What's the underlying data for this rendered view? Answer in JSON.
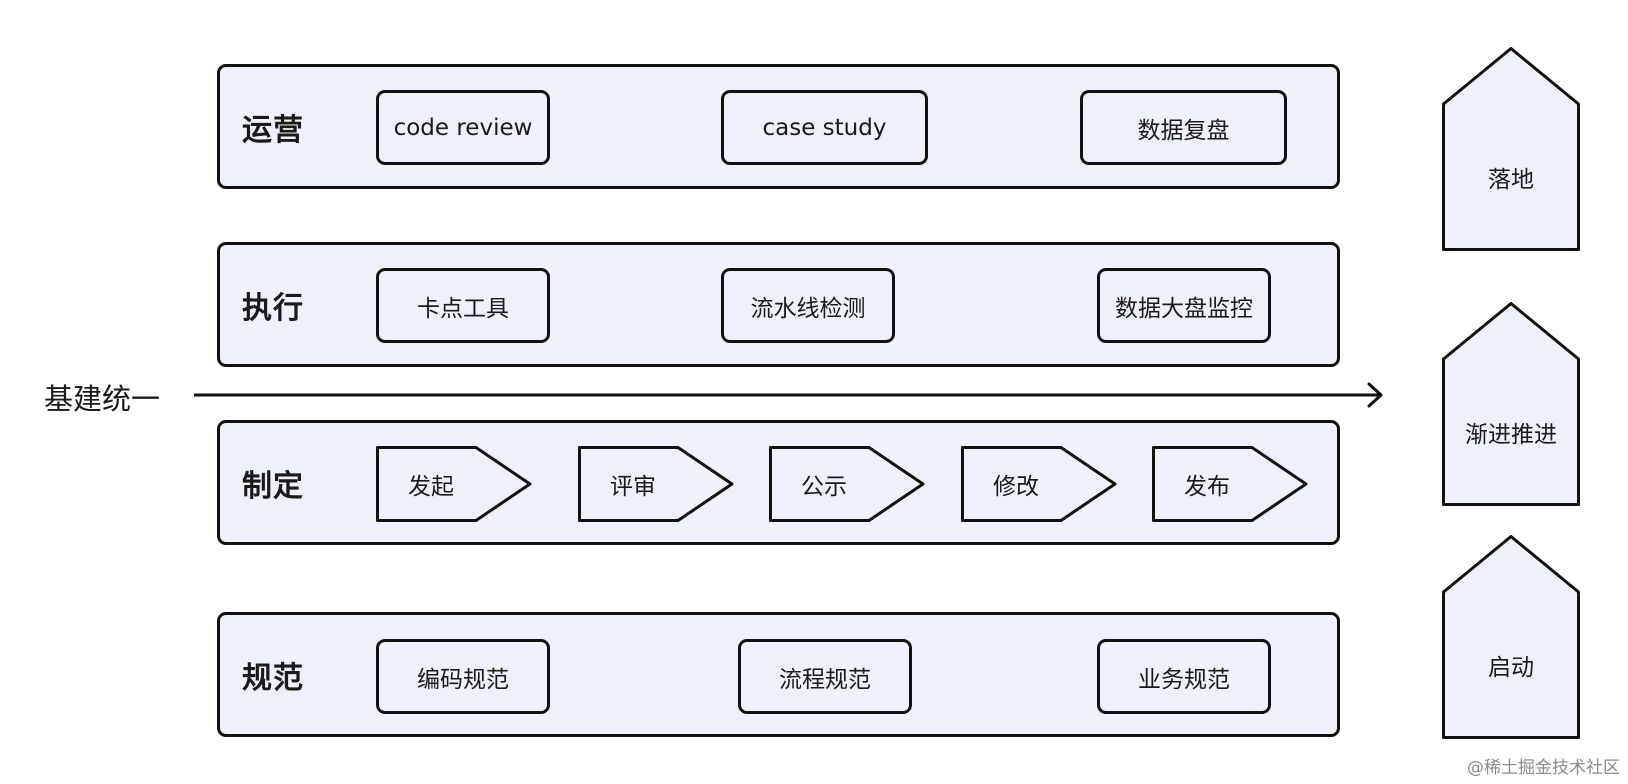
{
  "axis": {
    "label": "基建统一"
  },
  "bands": {
    "ops": {
      "label": "运营",
      "items": [
        "code review",
        "case study",
        "数据复盘"
      ]
    },
    "exec": {
      "label": "执行",
      "items": [
        "卡点工具",
        "流水线检测",
        "数据大盘监控"
      ]
    },
    "define": {
      "label": "制定",
      "steps": [
        "发起",
        "评审",
        "公示",
        "修改",
        "发布"
      ]
    },
    "spec": {
      "label": "规范",
      "items": [
        "编码规范",
        "流程规范",
        "业务规范"
      ]
    }
  },
  "stages": [
    "落地",
    "渐进推进",
    "启动"
  ],
  "watermark": "@稀土掘金技术社区",
  "colors": {
    "fill": "#eef1f9",
    "stroke": "#111111"
  }
}
